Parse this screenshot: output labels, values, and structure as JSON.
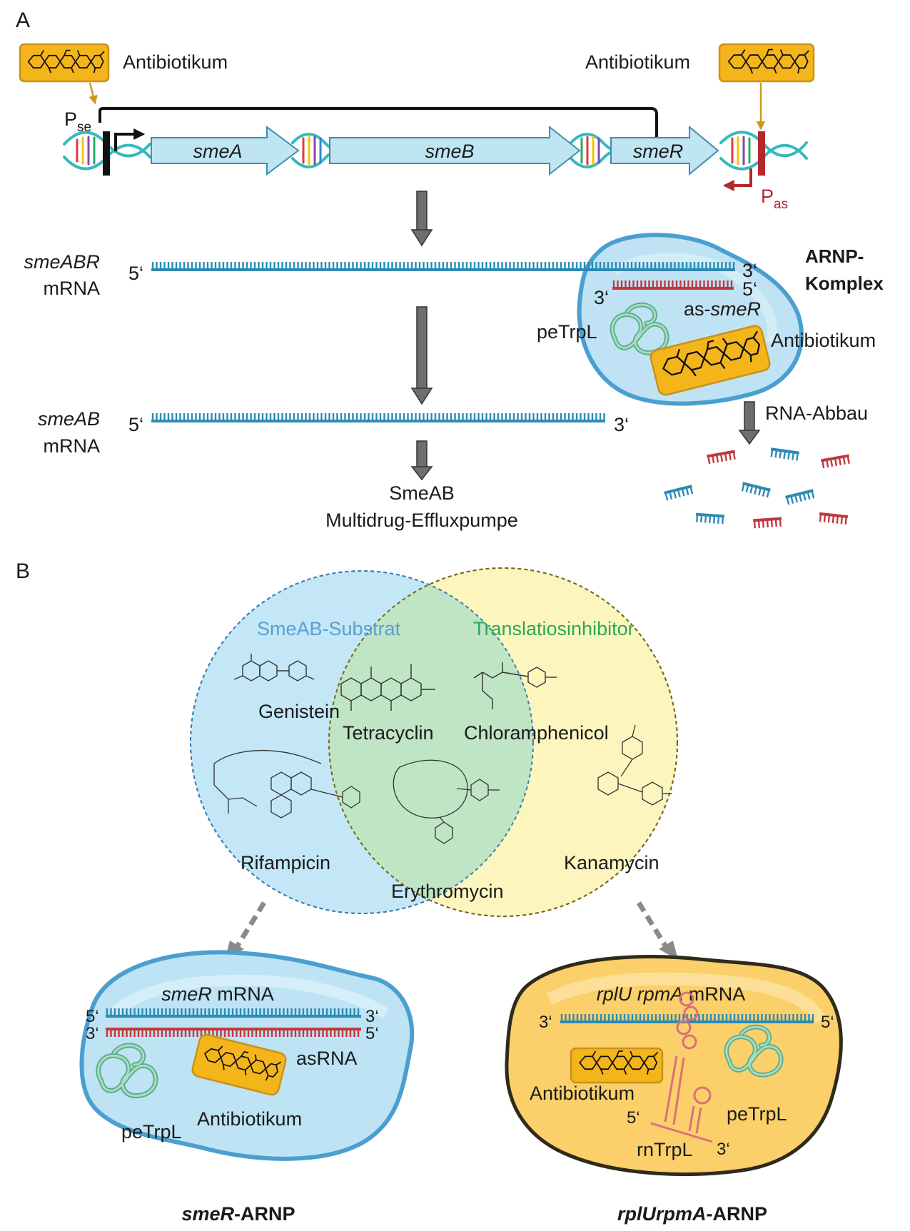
{
  "panelA": {
    "label": "A",
    "antibiotic_left": "Antibiotikum",
    "antibiotic_right": "Antibiotikum",
    "promoter_se": {
      "main": "P",
      "sub": "se"
    },
    "promoter_as": {
      "main": "P",
      "sub": "as"
    },
    "genes": [
      "smeA",
      "smeB",
      "smeR"
    ],
    "smeABR": {
      "name": "smeABR",
      "type": "mRNA",
      "five": "5‘",
      "three": "3‘"
    },
    "asSmeR": {
      "three": "3‘",
      "five": "5‘",
      "prefix": "as-",
      "name": "smeR"
    },
    "arnp_title_1": "ARNP-",
    "arnp_title_2": "Komplex",
    "peTrpL": "peTrpL",
    "antibiotic_complex": "Antibiotikum",
    "rna_degradation": "RNA-Abbau",
    "smeAB": {
      "name": "smeAB",
      "type": "mRNA",
      "five": "5‘",
      "three": "3‘"
    },
    "pump_1": "SmeAB",
    "pump_2": "Multidrug-Effluxpumpe"
  },
  "panelB": {
    "label": "B",
    "circle_left": "SmeAB-Substrat",
    "circle_right": "Translatiosinhibitor",
    "compounds": {
      "genistein": "Genistein",
      "tetracyclin": "Tetracyclin",
      "chloramphenicol": "Chloramphenicol",
      "rifampicin": "Rifampicin",
      "erythromycin": "Erythromycin",
      "kanamycin": "Kanamycin"
    },
    "left_complex": {
      "mrna_name": "smeR",
      "mrna_type": " mRNA",
      "five_top": "5‘",
      "three_top": "3‘",
      "three_bot": "3‘",
      "five_bot": "5‘",
      "asRNA": "asRNA",
      "peTrpL": "peTrpL",
      "antibiotic": "Antibiotikum",
      "caption_it": "smeR",
      "caption_rest": "-ARNP"
    },
    "right_complex": {
      "gene1": "rplU",
      "gene2": "rpmA",
      "mrna_type": " mRNA",
      "three": "3‘",
      "five": "5‘",
      "antibiotic": "Antibiotikum",
      "peTrpL": "peTrpL",
      "rn_five": "5‘",
      "rn_three": "3‘",
      "rnTrpL": "rnTrpL",
      "caption_it": "rplUrpmA",
      "caption_rest": "-ARNP"
    }
  },
  "colors": {
    "mrna_blue": "#2b8bb3",
    "as_red": "#c0393f",
    "peptide_green": "#62b591",
    "antibiotic_orange": "#f4b51b",
    "blue_circle": "#b9e3f6",
    "yellow_circle": "#fbf5b3",
    "overlap_green": "#bfe5c4",
    "dna_teal": "#35b9bd",
    "gene_arrow": "#bfe5f2"
  }
}
